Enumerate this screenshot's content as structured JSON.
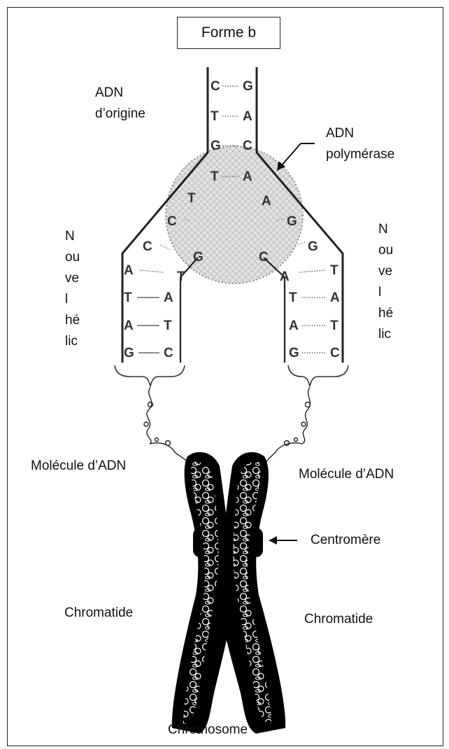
{
  "title": "Forme b",
  "labels": {
    "original_dna": [
      "ADN",
      "d’origine"
    ],
    "polymerase": [
      "ADN",
      "polymérase"
    ],
    "new_helix": [
      "N",
      "ou",
      "ve",
      "l",
      "hé",
      "lic"
    ],
    "dna_molecule": "Molécule d’ADN",
    "centromere": "Centromère",
    "chromatid": "Chromatide",
    "chromosome": "Chromosome"
  },
  "bases": {
    "parent_pairs": [
      [
        "C",
        "G"
      ],
      [
        "T",
        "A"
      ],
      [
        "G",
        "C"
      ],
      [
        "T",
        "A"
      ]
    ],
    "fork_left": [
      "T",
      "C",
      "C"
    ],
    "fork_right": [
      "A",
      "G",
      "G"
    ],
    "left_helix_pairs": [
      [
        "A",
        "T"
      ],
      [
        "T",
        "A"
      ],
      [
        "A",
        "T"
      ],
      [
        "G",
        "C"
      ]
    ],
    "left_new_top": "G",
    "right_helix_pairs": [
      [
        "A",
        "T"
      ],
      [
        "T",
        "A"
      ],
      [
        "A",
        "T"
      ],
      [
        "G",
        "C"
      ]
    ],
    "right_new_top": "C"
  },
  "colors": {
    "line": "#222222",
    "chromosome": "#000000",
    "enzyme_fill": "#d8d8d8"
  }
}
